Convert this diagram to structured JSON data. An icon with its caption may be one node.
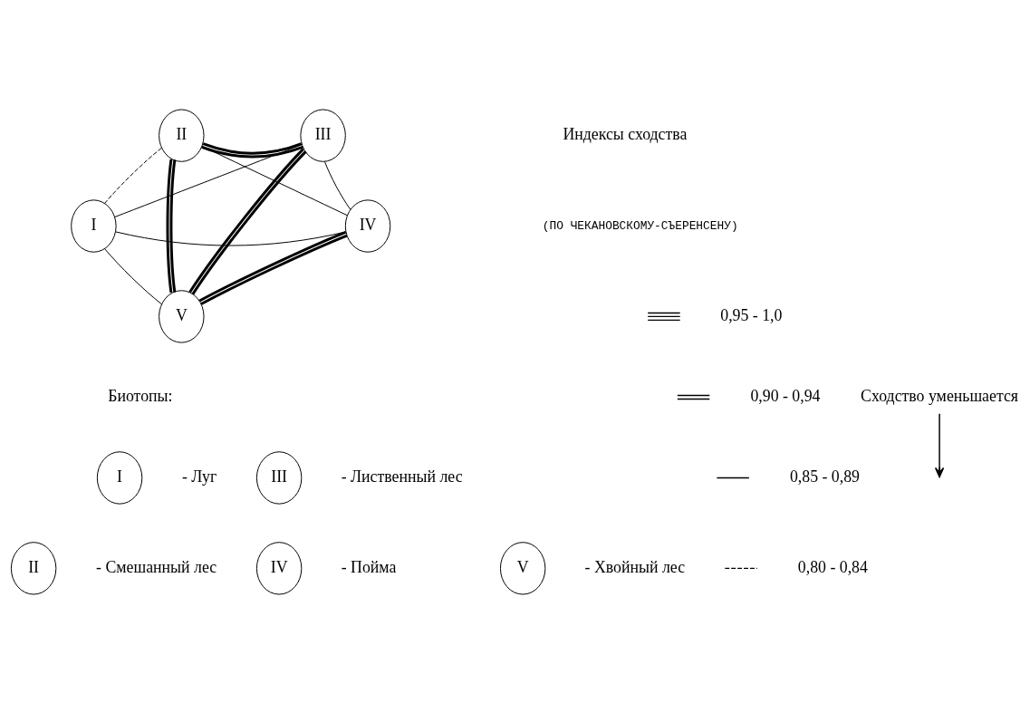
{
  "diagram": {
    "nodes": [
      {
        "text": [
          "II"
        ]
      },
      {
        "text": [
          "III"
        ]
      },
      {
        "text": [
          "I"
        ]
      },
      {
        "text": [
          "IV"
        ]
      },
      {
        "text": [
          "V"
        ]
      },
      {
        "text": [
          "I"
        ],
        "beside": [
          "- Луг"
        ]
      },
      {
        "text": [
          "III"
        ],
        "beside": [
          "- Лиственный лес"
        ]
      },
      {
        "text": [
          "II"
        ],
        "beside": [
          "- Смешанный лес"
        ]
      },
      {
        "text": [
          "IV"
        ],
        "beside": [
          "- Пойма"
        ]
      },
      {
        "text": [
          "V"
        ],
        "beside": [
          "- Хвойный лес"
        ]
      }
    ],
    "edges": [
      {
        "from": 0,
        "to": 1,
        "arrow": "none",
        "style": "thick"
      },
      {
        "from": 0,
        "to": 2,
        "arrow": "none",
        "style": "dashed"
      },
      {
        "from": 0,
        "to": 4,
        "arrow": "none",
        "style": "thick"
      },
      {
        "from": 0,
        "to": 3,
        "arrow": "none"
      },
      {
        "from": 1,
        "to": 2,
        "arrow": "none"
      },
      {
        "from": 1,
        "to": 4,
        "arrow": "none",
        "style": "thick"
      },
      {
        "from": 1,
        "to": 3,
        "arrow": "none"
      },
      {
        "from": 2,
        "to": 3,
        "arrow": "none"
      },
      {
        "from": 2,
        "to": 4,
        "arrow": "none"
      },
      {
        "from": 3,
        "to": 4,
        "arrow": "none",
        "style": "thick"
      }
    ],
    "labels": [
      "Индексы сходства",
      "(ПО ЧЕКАНОВСКОМУ-СЪЕРЕНСЕНУ)",
      "Сходство уменьшается",
      "Биотопы:"
    ],
    "legend": [
      {
        "text": "0,95 - 1,0"
      },
      {
        "text": "0,90 - 0,94"
      },
      {
        "text": "0,85 - 0,89"
      },
      {
        "text": "0,80 - 0,84"
      }
    ]
  }
}
